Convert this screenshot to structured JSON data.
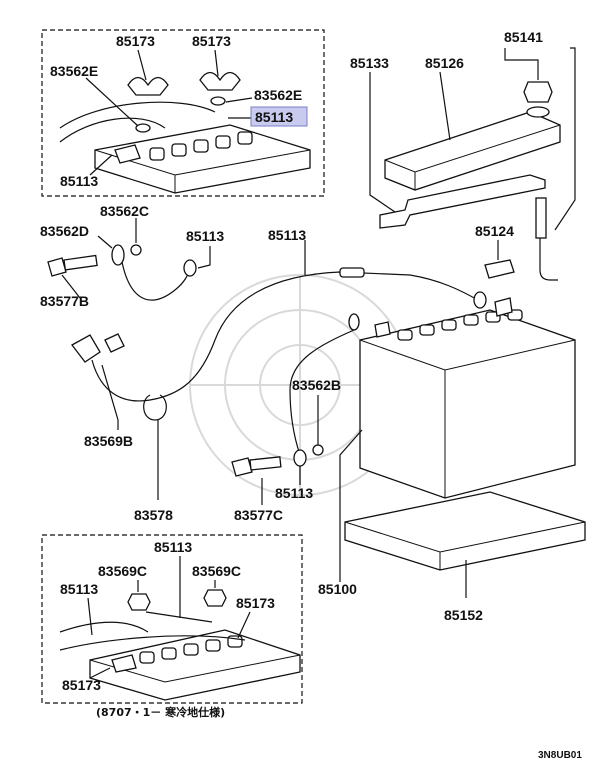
{
  "diagram": {
    "highlight_color": "#c9cbee",
    "labels": {
      "top_85173_a": "85173",
      "top_85173_b": "85173",
      "top_83562E_a": "83562E",
      "top_83562E_b": "83562E",
      "top_85113_hl": "85113",
      "top_85113": "85113",
      "p85133": "85133",
      "p85126": "85126",
      "p85141": "85141",
      "p85124": "85124",
      "p83562C": "83562C",
      "p83562D": "83562D",
      "p85113_a": "85113",
      "p85113_b": "85113",
      "p83577B": "83577B",
      "p83569B": "83569B",
      "p83562B": "83562B",
      "p85113_c": "85113",
      "p83578": "83578",
      "p83577C": "83577C",
      "p85100": "85100",
      "p85152": "85152",
      "bot_85113_a": "85113",
      "bot_83569C_a": "83569C",
      "bot_83569C_b": "83569C",
      "bot_85113_b": "85113",
      "bot_85173_a": "85173",
      "bot_85173_b": "85173"
    },
    "inset_note": "(8707・1－ 寒冷地仕様)",
    "drawing_code": "3N8UB01"
  }
}
